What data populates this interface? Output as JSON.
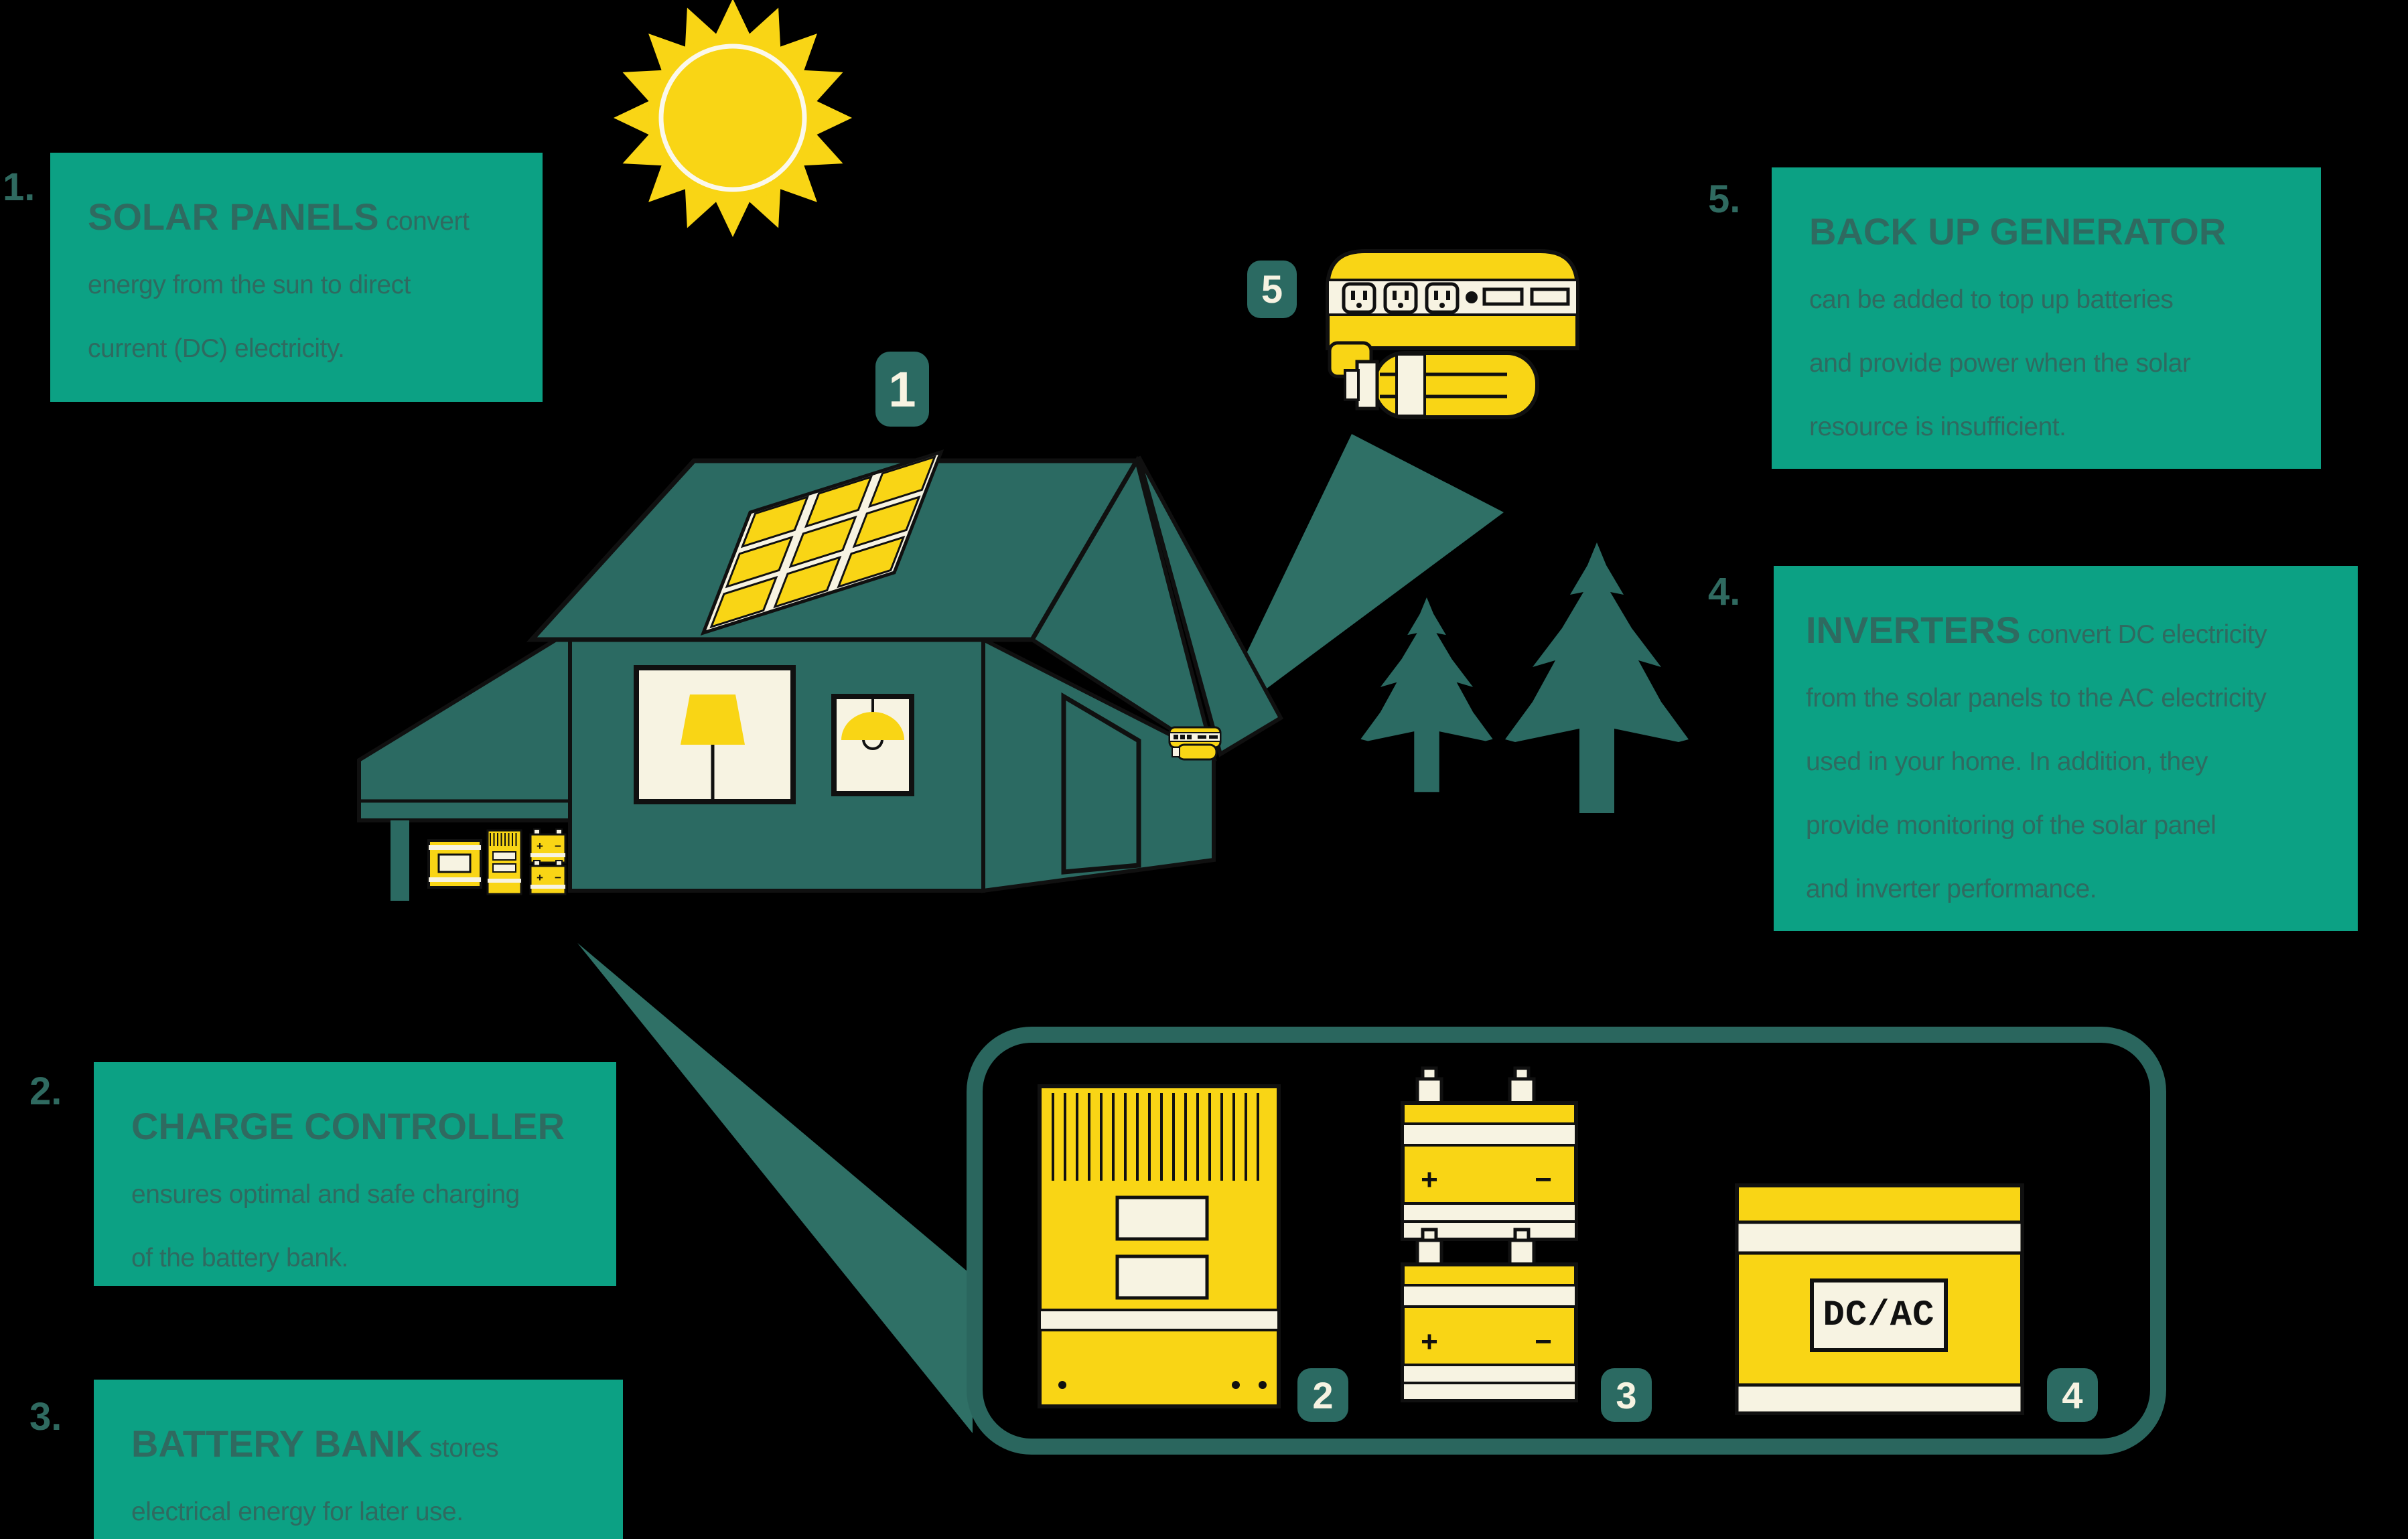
{
  "colors": {
    "background": "#000000",
    "box_green": "#0ca184",
    "text_teal": "#2f6a60",
    "illustration_teal": "#2b6a62",
    "beam_teal": "#2f7066",
    "accent_yellow": "#f9d515",
    "cream": "#f7f3e2",
    "outline_black": "#101010"
  },
  "callouts": [
    {
      "index_label": "1.",
      "title": "SOLAR PANELS",
      "title_suffix": " convert",
      "lines": [
        "energy from the sun to direct",
        "current (DC) electricity."
      ]
    },
    {
      "index_label": "2.",
      "title": "CHARGE CONTROLLER",
      "title_suffix": "",
      "lines": [
        "ensures optimal and safe charging",
        "of the battery bank."
      ]
    },
    {
      "index_label": "3.",
      "title": "BATTERY BANK",
      "title_suffix": " stores",
      "lines": [
        "electrical energy for later use."
      ]
    },
    {
      "index_label": "4.",
      "title": "INVERTERS",
      "title_suffix": " convert DC electricity",
      "lines": [
        "from the solar panels to the AC electricity",
        "used in your home. In addition, they",
        "provide monitoring of the solar panel",
        "and inverter performance."
      ]
    },
    {
      "index_label": "5.",
      "title": "BACK UP GENERATOR",
      "title_suffix": "",
      "lines": [
        "can be added to top up batteries",
        "and provide power when the solar",
        "resource is insufficient."
      ]
    }
  ],
  "badges": {
    "solar_panels": "1",
    "charge_controller": "2",
    "battery_bank": "3",
    "inverter": "4",
    "backup_generator": "5"
  },
  "inverter_label": "DC/AC",
  "battery_plus": "+",
  "battery_minus": "−"
}
